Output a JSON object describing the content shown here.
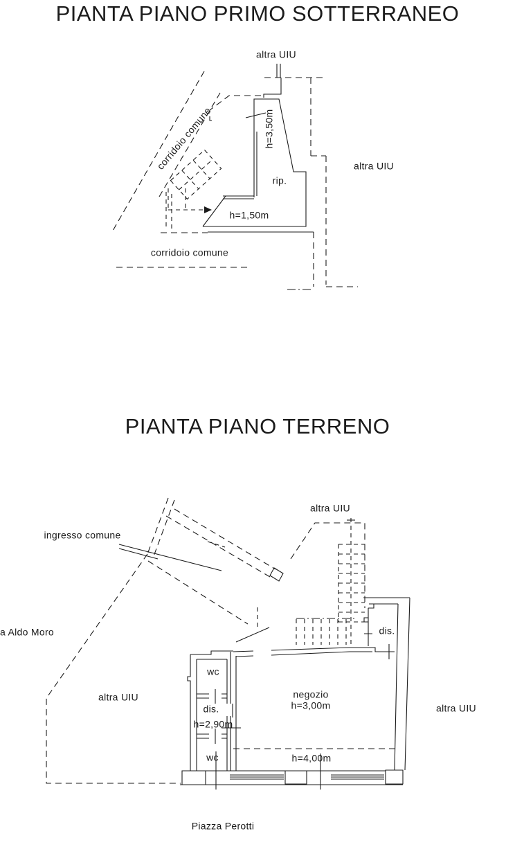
{
  "page": {
    "background": "#ffffff",
    "ink": "#1b1b1b"
  },
  "basement_plan": {
    "title": "PIANTA PIANO PRIMO SOTTERRANEO",
    "labels": {
      "altra_uiu_top": "altra UIU",
      "corridoio_comune_diagonal": "corridoio comune",
      "height_350": "h=3,50m",
      "rip": "rip.",
      "altra_uiu_right": "altra UIU",
      "height_150": "h=1,50m",
      "corridoio_comune_bottom": "corridoio comune"
    }
  },
  "ground_plan": {
    "title": "PIANTA PIANO TERRENO",
    "labels": {
      "altra_uiu_top": "altra UIU",
      "ingresso_comune": "ingresso comune",
      "via_aldo_moro": "a Aldo Moro",
      "altra_uiu_left": "altra UIU",
      "wc_top": "wc",
      "negozio_name": "negozio",
      "negozio_height": "h=3,00m",
      "dis_left": "dis.",
      "height_290": "h=2,90m",
      "wc_bottom": "wc",
      "height_400": "h=4,00m",
      "dis_right": "dis.",
      "altra_uiu_right": "altra UIU",
      "piazza_perotti": "Piazza Perotti"
    }
  }
}
